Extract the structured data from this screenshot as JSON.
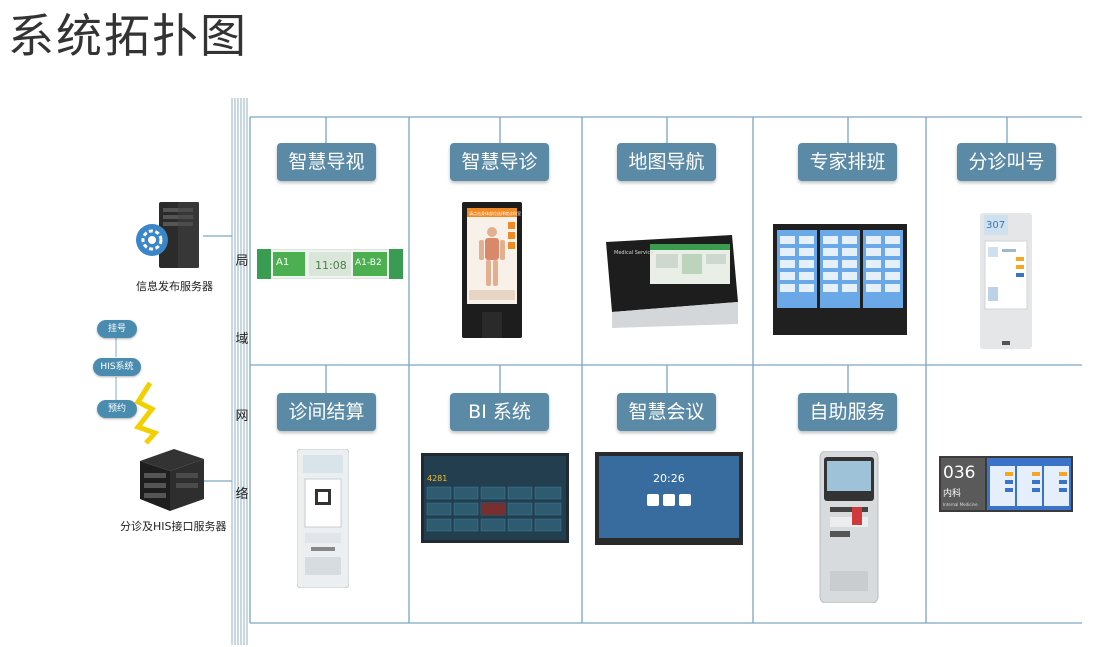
{
  "page_title": "系统拓扑图",
  "servers": {
    "info_server_label": "信息发布服务器",
    "his_server_label": "分诊及HIS接口服务器"
  },
  "his": {
    "register": "挂号",
    "system": "HIS系统",
    "appointment": "预约"
  },
  "lan_chars": [
    "局",
    "域",
    "网",
    "络"
  ],
  "categories": [
    {
      "id": "smart-guide-view",
      "label": "智慧导视"
    },
    {
      "id": "smart-guide-diag",
      "label": "智慧导诊"
    },
    {
      "id": "map-navigation",
      "label": "地图导航"
    },
    {
      "id": "expert-schedule",
      "label": "专家排班"
    },
    {
      "id": "triage-call",
      "label": "分诊叫号"
    },
    {
      "id": "consult-checkout",
      "label": "诊间结算"
    },
    {
      "id": "bi-system",
      "label": "BI 系统"
    },
    {
      "id": "smart-meeting",
      "label": "智慧会议"
    },
    {
      "id": "self-service",
      "label": "自助服务"
    }
  ],
  "device_text": {
    "guide_left": "A1",
    "guide_time": "11:08",
    "guide_right": "A1-B2",
    "kiosk_header": "请点击身体部位选择就诊科室",
    "map_title": "Medical Service",
    "triage_room": "307",
    "meeting_time": "20:26",
    "bi_count": "4281",
    "dept_number": "036",
    "dept_name": "内科",
    "dept_en": "Internal Medicine"
  },
  "colors": {
    "line": "#7aa6c2",
    "button": "#5b8aa6",
    "accent_green": "#4caf50"
  }
}
